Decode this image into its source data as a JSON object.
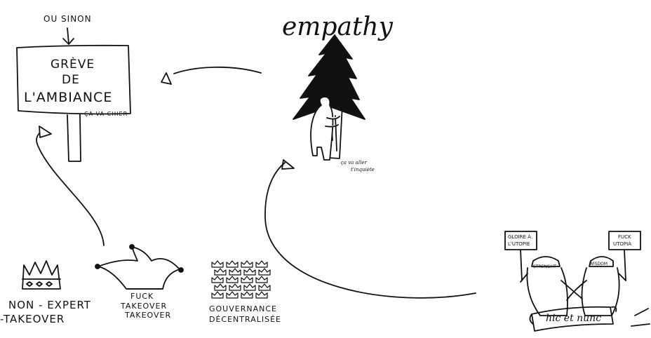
{
  "colors": {
    "ink": "#111111",
    "background": "#ffffff"
  },
  "icons": [
    "down-arrow-icon",
    "tree-icon",
    "bear-icon",
    "crown-icon",
    "jester-hat-icon",
    "crowns-grid-icon",
    "protest-sign-icon",
    "scroll-banner-icon",
    "arrow-head-icon"
  ],
  "sign": {
    "note": "OU SINON",
    "line1": "GRÈVE",
    "line2": "DE",
    "line3": "L'AMBIANCE",
    "sub": "ÇA VA CHIER"
  },
  "empathy": {
    "title": "empathy",
    "caption1": "ça va aller",
    "caption2": "t'inquiète"
  },
  "nonexpert": {
    "line1": "NON - EXPERT",
    "line2": "-TAKEOVER"
  },
  "jester": {
    "line1": "FUCK",
    "line2": "TAKEOVER",
    "line3": "TAKEOVER"
  },
  "gouvernance": {
    "line1": "GOUVERNANCE",
    "line2": "DÉCENTRALISÉE"
  },
  "protest": {
    "sign_left1": "GLOIRE À",
    "sign_left2": "L'UTOPIE",
    "sign_right1": "FUCK",
    "sign_right2": "UTOPIA",
    "cap_left": "STRENGHT",
    "cap_right": "WISDOM",
    "banner": "hic et nunc"
  }
}
